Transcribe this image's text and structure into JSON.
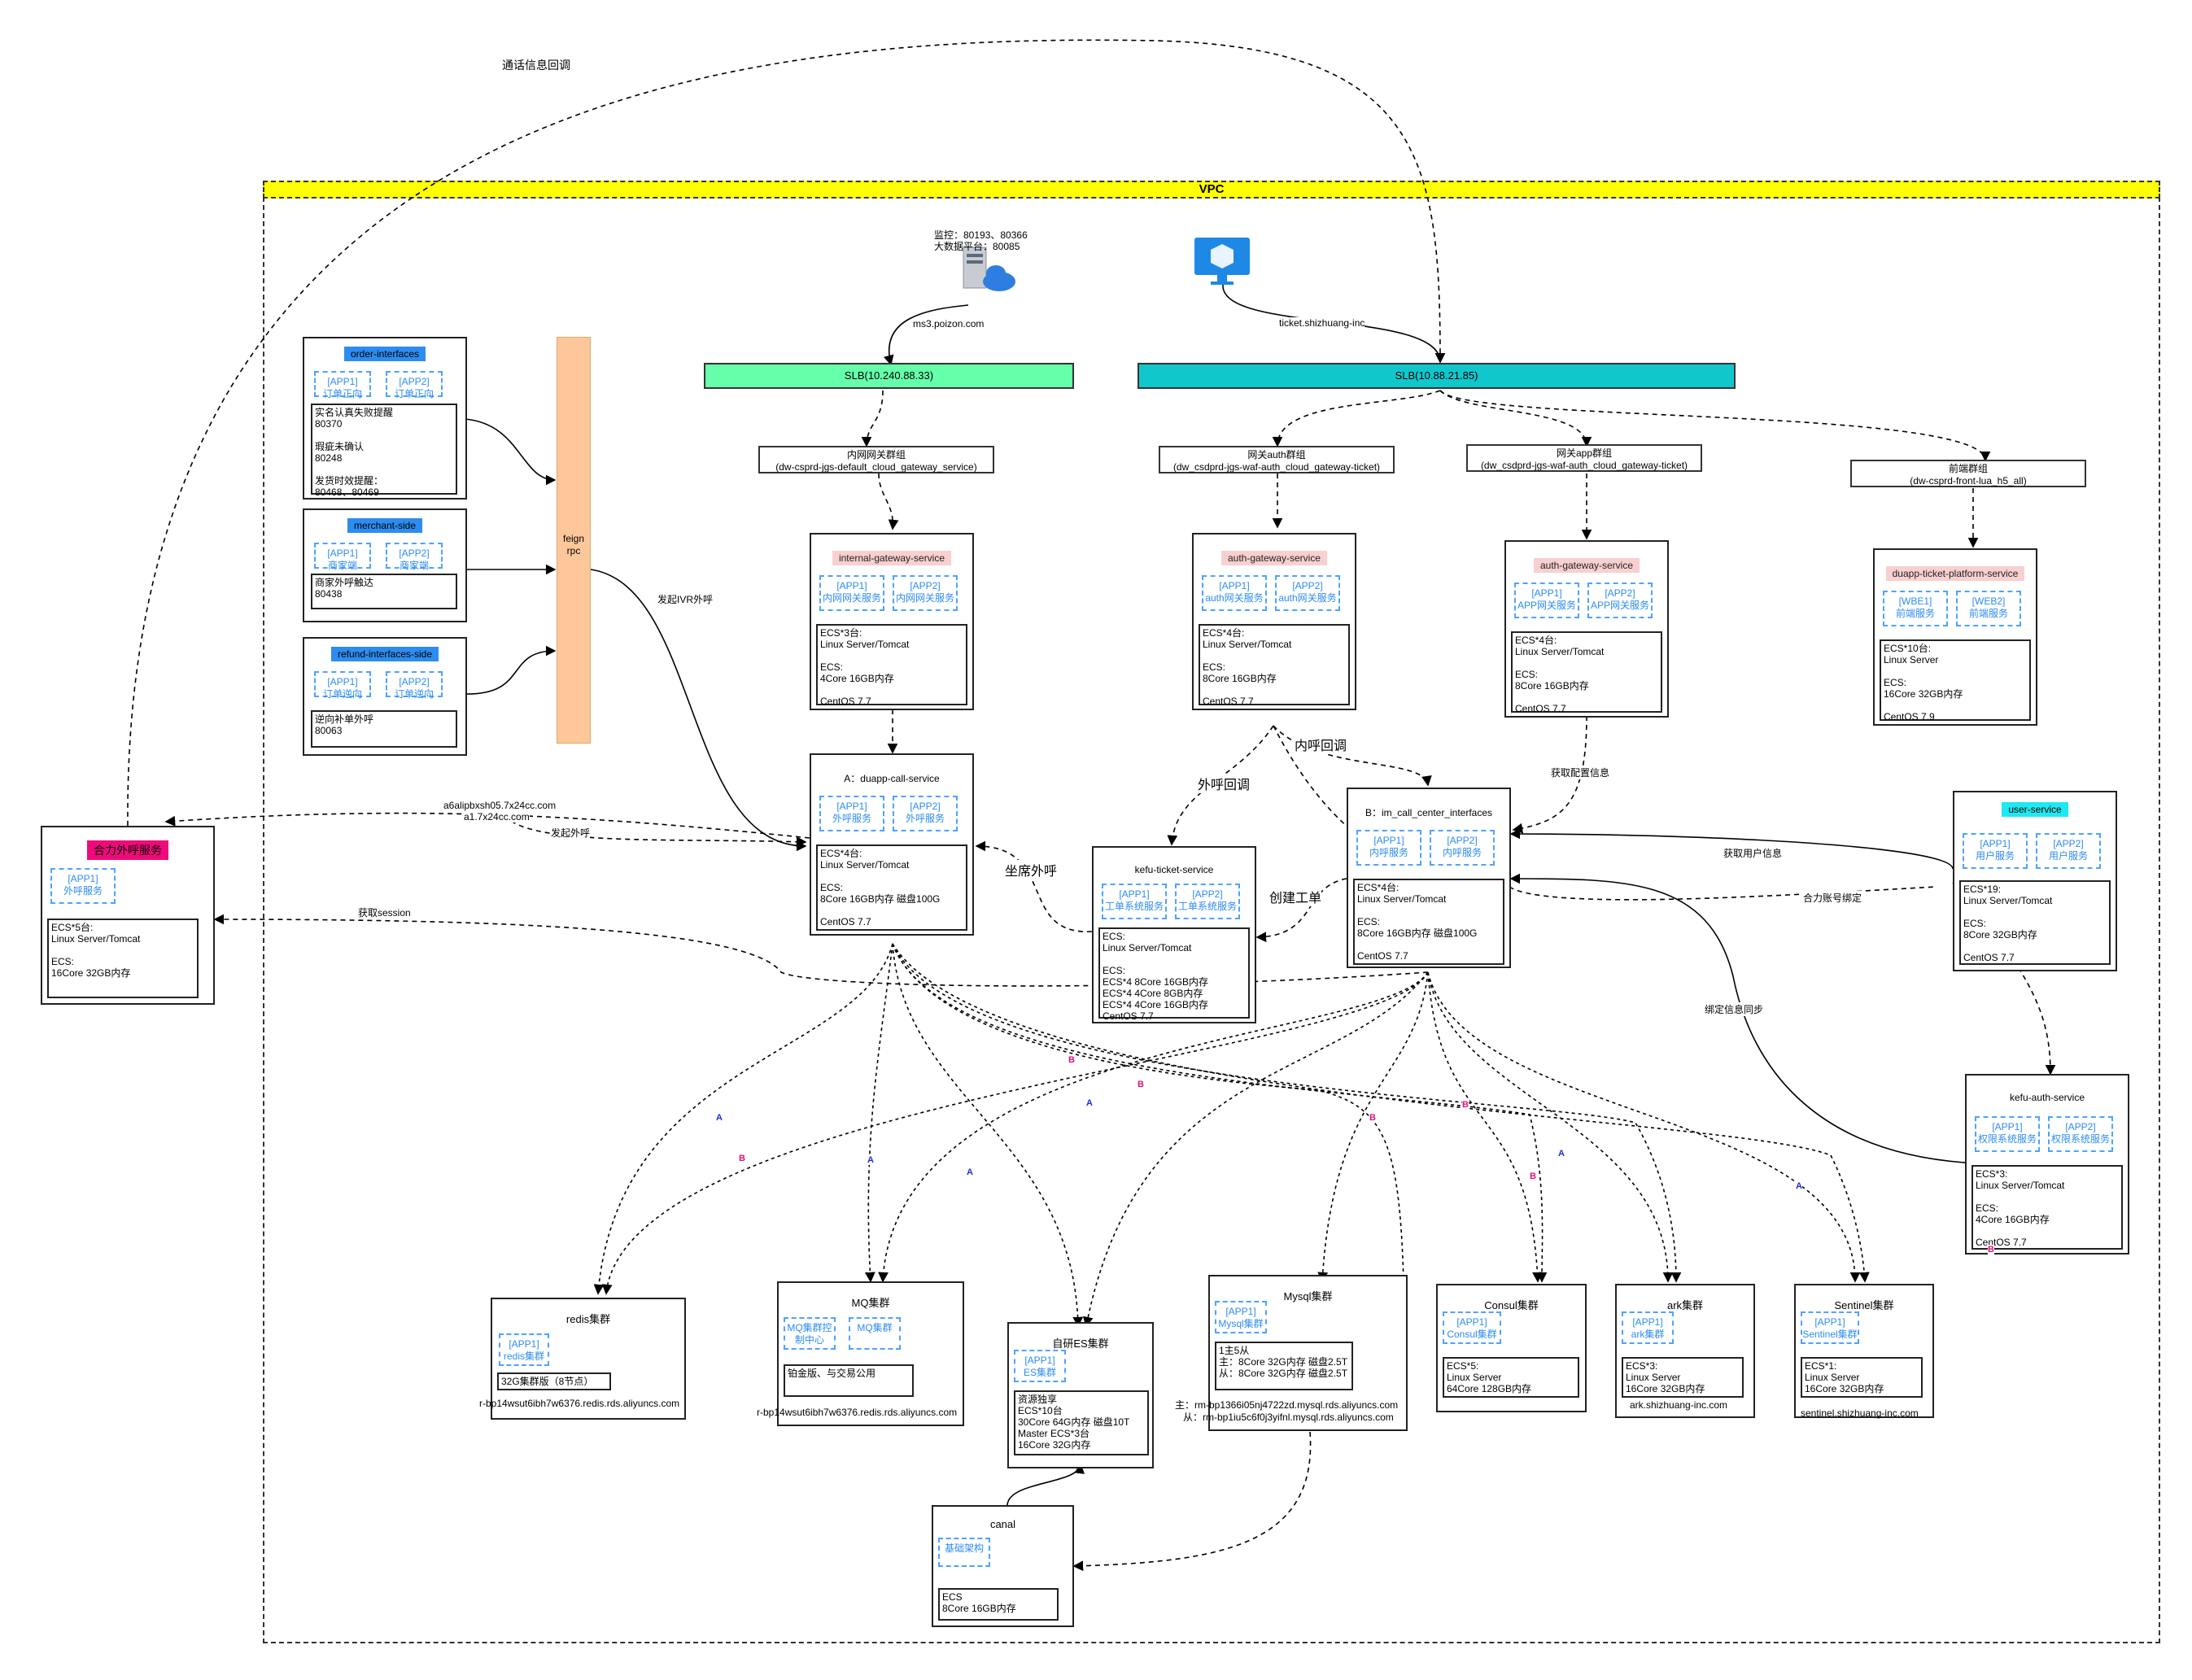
{
  "vpc_label": "VPC",
  "top_label": "通话信息回调",
  "monitor": {
    "line1": "监控：80193、80366",
    "line2": "大数据平台：80085"
  },
  "edge_labels": {
    "ms3": "ms3.poizon.com",
    "ticket": "ticket.shizhuang-inc",
    "ivr": "发起IVR外呼",
    "call_out": "发起外呼",
    "alipay1": "a6alipbxsh05.7x24cc.com",
    "alipay2": "a1.7x24cc.com",
    "session": "获取session",
    "inbound": "内呼回调",
    "outbound": "外呼回调",
    "seat": "坐席外呼",
    "create_ticket": "创建工单",
    "config": "获取配置信息",
    "userinfo": "获取用户信息",
    "account_bind": "合力账号绑定",
    "bind_sync": "绑定信息同步"
  },
  "slb1": "SLB(10.240.88.33)",
  "slb2": "SLB(10.88.21.85)",
  "groups": {
    "internal": {
      "line1": "内网网关群组",
      "line2": "(dw-csprd-jgs-default_cloud_gateway_service)"
    },
    "auth": {
      "line1": "网关auth群组",
      "line2": "(dw_csdprd-jgs-waf-auth_cloud_gateway-ticket)"
    },
    "app": {
      "line1": "网关app群组",
      "line2": "(dw_csdprd-jgs-waf-auth_cloud_gateway-ticket)"
    },
    "front": {
      "line1": "前端群组",
      "line2": "(dw-csprd-front-lua_h5_all)"
    }
  },
  "feign": {
    "line1": "feign",
    "line2": "rpc"
  },
  "order_interfaces": {
    "chip": "order-interfaces",
    "app1": "[APP1]\n订单正向",
    "app2": "[APP2]\n订单正向",
    "spec": "实名认真失败提醒\n80370\n\n瑕疵未确认\n80248\n\n发货时效提醒：\n80468、80469"
  },
  "merchant_side": {
    "chip": "merchant-side",
    "app1": "[APP1]\n商家端",
    "app2": "[APP2]\n商家端",
    "spec": "商家外呼触达\n80438"
  },
  "refund_side": {
    "chip": "refund-interfaces-side",
    "app1": "[APP1]\n订单逆向",
    "app2": "[APP2]\n订单逆向",
    "spec": "逆向补单外呼\n80063"
  },
  "heli": {
    "chip": "合力外呼服务",
    "app1": "[APP1]\n外呼服务",
    "spec": "ECS*5台:\nLinux Server/Tomcat\n\nECS:\n16Core 32GB内存"
  },
  "internal_gateway": {
    "chip": "internal-gateway-service",
    "app1": "[APP1]\n内网网关服务",
    "app2": "[APP2]\n内网网关服务",
    "spec": "ECS*3台:\nLinux Server/Tomcat\n\nECS:\n4Core 16GB内存\n\nCentOS 7.7"
  },
  "auth_gateway": {
    "chip": "auth-gateway-service",
    "app1": "[APP1]\nauth网关服务",
    "app2": "[APP2]\nauth网关服务",
    "spec": "ECS*4台:\nLinux Server/Tomcat\n\nECS:\n8Core 16GB内存\n\nCentOS 7.7"
  },
  "auth_gateway2": {
    "chip": "auth-gateway-service",
    "app1": "[APP1]\nAPP网关服务",
    "app2": "[APP2]\nAPP网关服务",
    "spec": "ECS*4台:\nLinux Server/Tomcat\n\nECS:\n8Core 16GB内存\n\nCentOS 7.7"
  },
  "front_platform": {
    "chip": "duapp-ticket-platform-service",
    "app1": "[WBE1]\n前端服务",
    "app2": "[WEB2]\n前端服务",
    "spec": "ECS*10台:\nLinux Server\n\nECS:\n16Core 32GB内存\n\nCentOS 7.9"
  },
  "duapp_call": {
    "title": "A：duapp-call-service",
    "app1": "[APP1]\n外呼服务",
    "app2": "[APP2]\n外呼服务",
    "spec": "ECS*4台:\nLinux Server/Tomcat\n\nECS:\n8Core 16GB内存 磁盘100G\n\nCentOS 7.7"
  },
  "kefu_ticket": {
    "title": "kefu-ticket-service",
    "app1": "[APP1]\n工单系统服务",
    "app2": "[APP2]\n工单系统服务",
    "spec": "ECS:\nLinux Server/Tomcat\n\nECS:\nECS*4 8Core 16GB内存\nECS*4 4Core 8GB内存\nECS*4 4Core 16GB内存\nCentOS 7.7"
  },
  "im_call": {
    "title": "B：im_call_center_interfaces",
    "app1": "[APP1]\n内呼服务",
    "app2": "[APP2]\n内呼服务",
    "spec": "ECS*4台:\nLinux Server/Tomcat\n\nECS:\n8Core 16GB内存 磁盘100G\n\nCentOS 7.7"
  },
  "user_service": {
    "chip": "user-service",
    "app1": "[APP1]\n用户服务",
    "app2": "[APP2]\n用户服务",
    "spec": "ECS*19:\nLinux Server/Tomcat\n\nECS:\n8Core 32GB内存\n\nCentOS 7.7"
  },
  "kefu_auth": {
    "title": "kefu-auth-service",
    "app1": "[APP1]\n权限系统服务",
    "app2": "[APP2]\n权限系统服务",
    "spec": "ECS*3:\nLinux Server/Tomcat\n\nECS:\n4Core 16GB内存\n\nCentOS 7.7"
  },
  "redis": {
    "title": "redis集群",
    "app1": "[APP1]\nredis集群",
    "spec": "32G集群版（8节点）",
    "host": "r-bp14wsut6ibh7w6376.redis.rds.aliyuncs.com"
  },
  "mq": {
    "title": "MQ集群",
    "app1": "MQ集群控\n制中心",
    "app2": "MQ集群",
    "spec": "铂金版、与交易公用",
    "host": "r-bp14wsut6ibh7w6376.redis.rds.aliyuncs.com"
  },
  "es": {
    "title": "自研ES集群",
    "app1": "[APP1]\nES集群",
    "spec": "资源独享\nECS*10台\n30Core 64G内存  磁盘10T\nMaster ECS*3台\n16Core  32G内存"
  },
  "mysql": {
    "title": "Mysql集群",
    "app1": "[APP1]\nMysql集群",
    "spec": "1主5从\n主：8Core 32G内存 磁盘2.5T\n从：8Core 32G内存 磁盘2.5T",
    "host1": "主：rm-bp1366i05nj4722zd.mysql.rds.aliyuncs.com",
    "host2": "从：rm-bp1iu5c6f0j3yifnl.mysql.rds.aliyuncs.com"
  },
  "consul": {
    "title": "Consul集群",
    "app1": "[APP1]\nConsul集群",
    "spec": "ECS*5:\nLinux Server\n64Core 128GB内存"
  },
  "ark": {
    "title": "ark集群",
    "app1": "[APP1]\nark集群",
    "spec": "ECS*3:\nLinux Server\n16Core 32GB内存",
    "host": "ark.shizhuang-inc.com"
  },
  "sentinel": {
    "title": "Sentinel集群",
    "app1": "[APP1]\nSentinel集群",
    "spec": "ECS*1:\nLinux Server\n16Core 32GB内存",
    "host": "sentinel.shizhuang-inc.com"
  },
  "canal": {
    "title": "canal",
    "app1": "基础架构",
    "spec": "ECS\n8Core 16GB内存"
  },
  "tag_a": "A",
  "tag_b": "B",
  "colors": {
    "vpc": "#ffff00",
    "slb1": "#66ffaa",
    "slb2": "#10c8cc",
    "feign": "#fdc79a",
    "app_border": "#4da3ff",
    "link_a": "#1e2bd6",
    "link_b": "#e0117a"
  },
  "icons": [
    "server-cloud-icon",
    "monitor-cube-icon"
  ]
}
